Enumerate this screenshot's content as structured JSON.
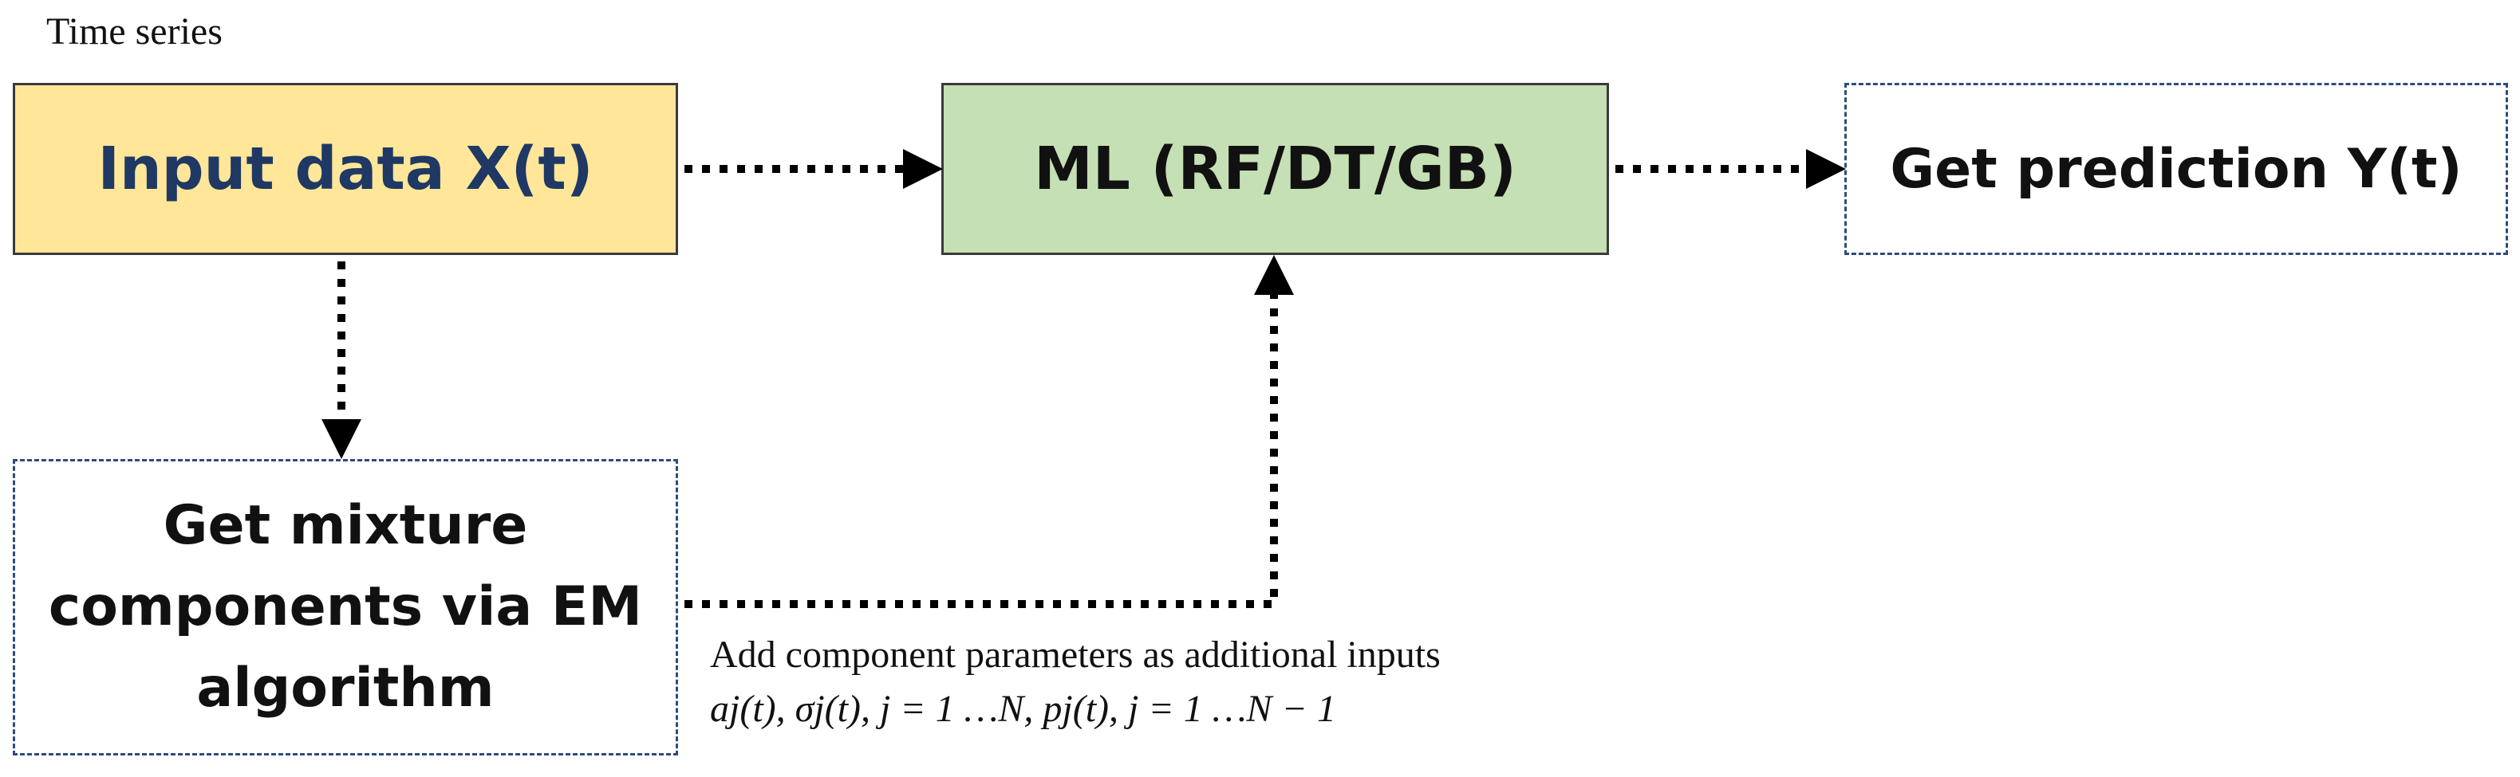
{
  "labels": {
    "time_series": "Time series",
    "inputs_note": "Add component parameters as additional inputs",
    "inputs_formula": "aj(t), σj(t), j = 1 …N, pj(t), j = 1 …N − 1"
  },
  "boxes": {
    "input": "Input data X(t)",
    "ml": "ML (RF/DT/GB)",
    "prediction": "Get prediction Y(t)",
    "mixture": "Get mixture components via EM algorithm"
  },
  "colors": {
    "input_fill": "#ffe699",
    "input_text": "#1f3864",
    "ml_fill": "#c5e0b4",
    "dashed_border": "#2f4b7c",
    "arrow": "#000000"
  }
}
